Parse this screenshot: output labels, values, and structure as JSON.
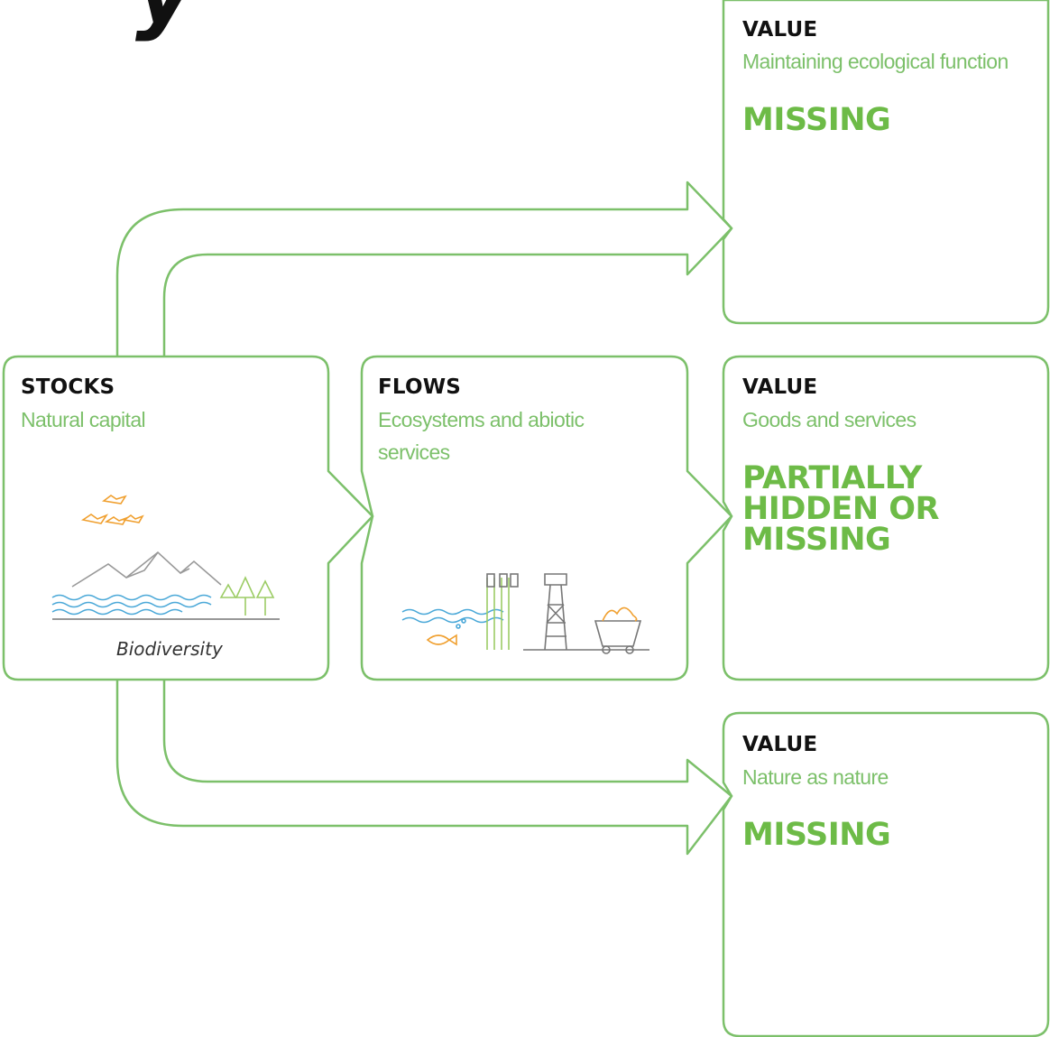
{
  "colors": {
    "outline": "#7cc06a",
    "status": "#6dbb47",
    "heading": "#111111",
    "illustration_accent": "#f0a030",
    "illustration_water": "#4aa8d8"
  },
  "header_fragment": "y",
  "stocks": {
    "heading": "STOCKS",
    "subtitle": "Natural capital",
    "caption": "Biodiversity",
    "icon": "landscape-illustration"
  },
  "flows": {
    "heading": "FLOWS",
    "subtitle_line1": "Ecosystems and abiotic",
    "subtitle_line2": "services",
    "icon": "river-mine-illustration"
  },
  "values": [
    {
      "heading": "VALUE",
      "subtitle": "Maintaining ecological function",
      "status_lines": [
        "MISSING"
      ]
    },
    {
      "heading": "VALUE",
      "subtitle": "Goods and services",
      "status_lines": [
        "PARTIALLY",
        "HIDDEN OR",
        "MISSING"
      ]
    },
    {
      "heading": "VALUE",
      "subtitle": "Nature as nature",
      "status_lines": [
        "MISSING"
      ]
    }
  ]
}
